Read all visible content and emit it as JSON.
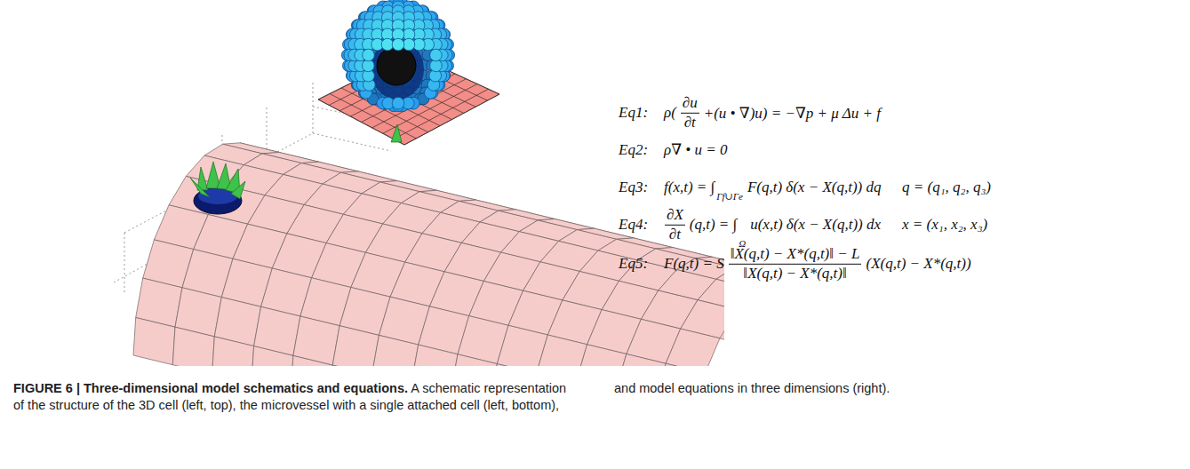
{
  "diagram": {
    "title": "FIGURE 6 | Three-dimensional model schematics and equations.",
    "caption": "A schematic representation of the structure of the 3D cell (left, top), the microvessel with a single attached cell (left, bottom), and model equations in three dimensions (right).",
    "labels": [
      "Eq1:",
      "ρ(",
      "∂u",
      "∂t",
      "+(u • ∇)u) = −∇p + μ Δu + f",
      "Eq2:",
      "ρ∇ • u = 0",
      "Eq3:",
      "f(x,t) = ∫",
      "Γf∪Γe",
      "F(q,t) δ(x − X(q,t)) dq",
      "q = (q₁, q₂, q₃)",
      "Eq4:",
      "∂X",
      "∂t",
      "(q,t) = ∫",
      "Ω",
      "u(x,t) δ(x − X(q,t)) dx",
      "x = (x₁, x₂, x₃)",
      "Eq5:",
      "F(q,t) = S",
      "‖X(q,t) − X*(q,t)‖ − L",
      "‖X(q,t) − X*(q,t)‖",
      "(X(q,t) − X*(q,t))"
    ]
  }
}
